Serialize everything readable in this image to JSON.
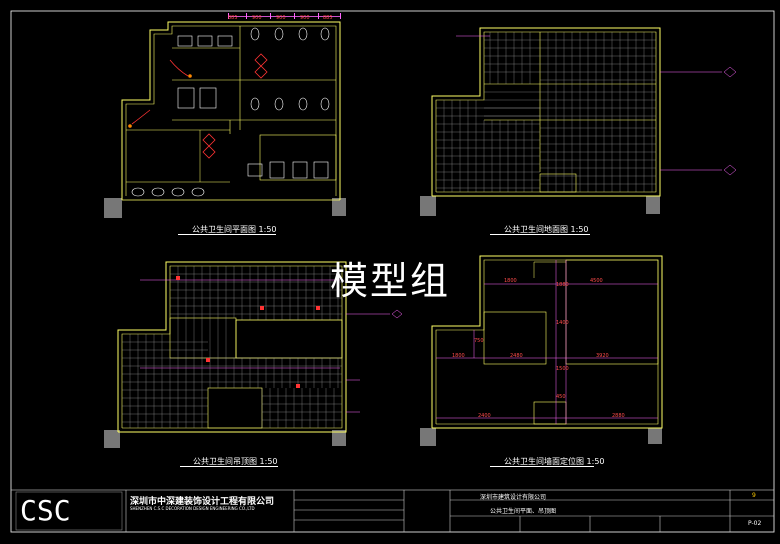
{
  "watermark": "模型组",
  "drawings": [
    {
      "title": "公共卫生间平面图  1:50"
    },
    {
      "title": "公共卫生间地面图  1:50"
    },
    {
      "title": "公共卫生间吊顶图  1:50"
    },
    {
      "title": "公共卫生间墙面定位图 1:50"
    }
  ],
  "plan_dims": [
    "885",
    "900",
    "900",
    "900",
    "885"
  ],
  "position_dims": {
    "top": [
      "1800",
      "4500"
    ],
    "middle": [
      "1800",
      "2480",
      "3920"
    ],
    "bottom": [
      "2400",
      "2880"
    ],
    "vertical": [
      "750",
      "1400",
      "1880",
      "1500",
      "450"
    ]
  },
  "title_block": {
    "company": "深圳市中深建装饰设计工程有限公司",
    "company_en": "SHENZHEN C.S.C DECORATION DESIGN ENGINEERING CO.,LTD",
    "logo_letters": [
      "C",
      "S",
      "C"
    ],
    "client": "深圳市建筑设计有限公司",
    "drawing_name": "公共卫生间平面、吊顶图",
    "sheet_no": "9",
    "drawing_no": "P-02"
  }
}
